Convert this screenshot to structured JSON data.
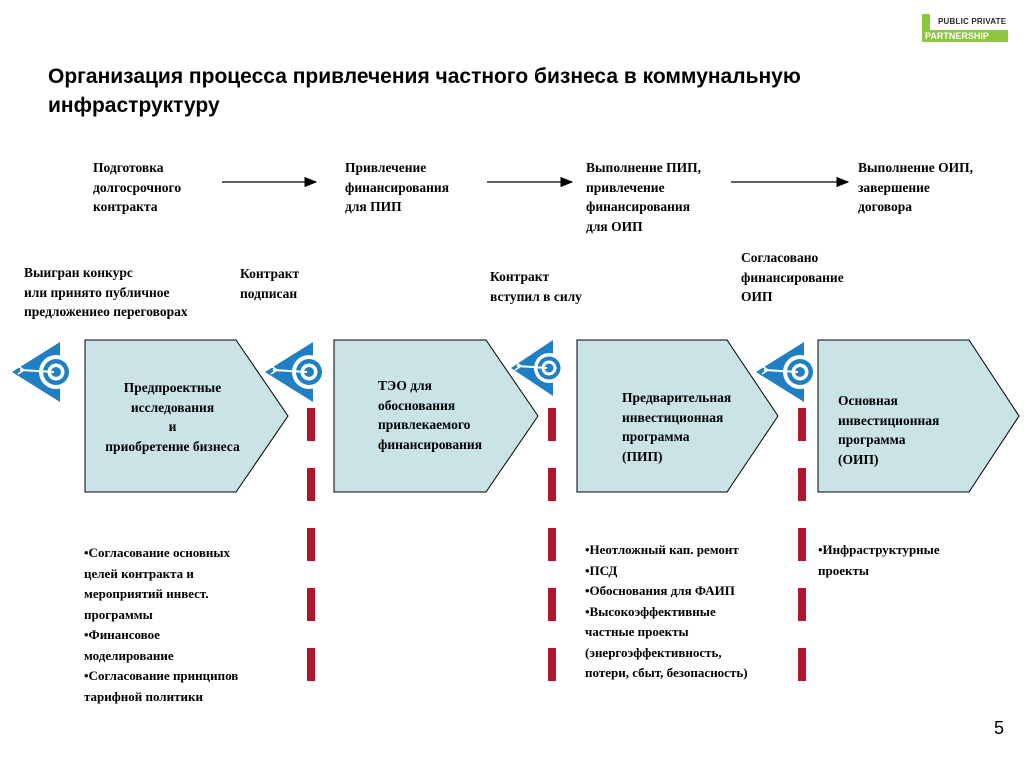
{
  "logo": {
    "line1": "PUBLIC PRIVATE",
    "line2": "PARTNERSHIP"
  },
  "title": "Организация процесса привлечения частного бизнеса в коммунальную инфраструктуру",
  "phases": [
    "Подготовка\nдолгосрочного\nконтракта",
    "Привлечение\nфинансирования\n для ПИП",
    "Выполнение ПИП,\nпривлечение\nфинансирования\nдля ОИП",
    "Выполнение ОИП,\nзавершение\nдоговора"
  ],
  "milestones": [
    "Выигран конкурс\nили принято публичное\nпредложениео переговорах",
    "Контракт\nподписан",
    "Контракт\nвступил в силу",
    "Согласовано\nфинансирование\nОИП"
  ],
  "boxes": [
    "Предпроектные\nисследования\nи\nприобретение бизнеса",
    "ТЭО для\nобоснования\nпривлекаемого\nфинансирования",
    "Предварительная\nинвестиционная\nпрограмма\n(ПИП)",
    "Основная\nинвестиционная\nпрограмма\n(ОИП)"
  ],
  "bullets": [
    "•Согласование основных\nцелей контракта и\nмероприятий инвест.\nпрограммы\n•Финансовое\nмоделирование\n•Согласование принципов\nтарифной политики",
    "•Неотложный кап. ремонт\n•ПСД\n•Обоснования для ФАИП\n•Высокоэффективные\nчастные проекты\n(энергоэффективность,\nпотери, сбыт, безопасность)",
    "•Инфраструктурные\n проекты"
  ],
  "page_number": "5",
  "colors": {
    "box_fill": "#c9e3e7",
    "target_blue": "#1f7fc2",
    "dash_red": "#b0172e"
  },
  "icons": [
    "target-icon"
  ]
}
